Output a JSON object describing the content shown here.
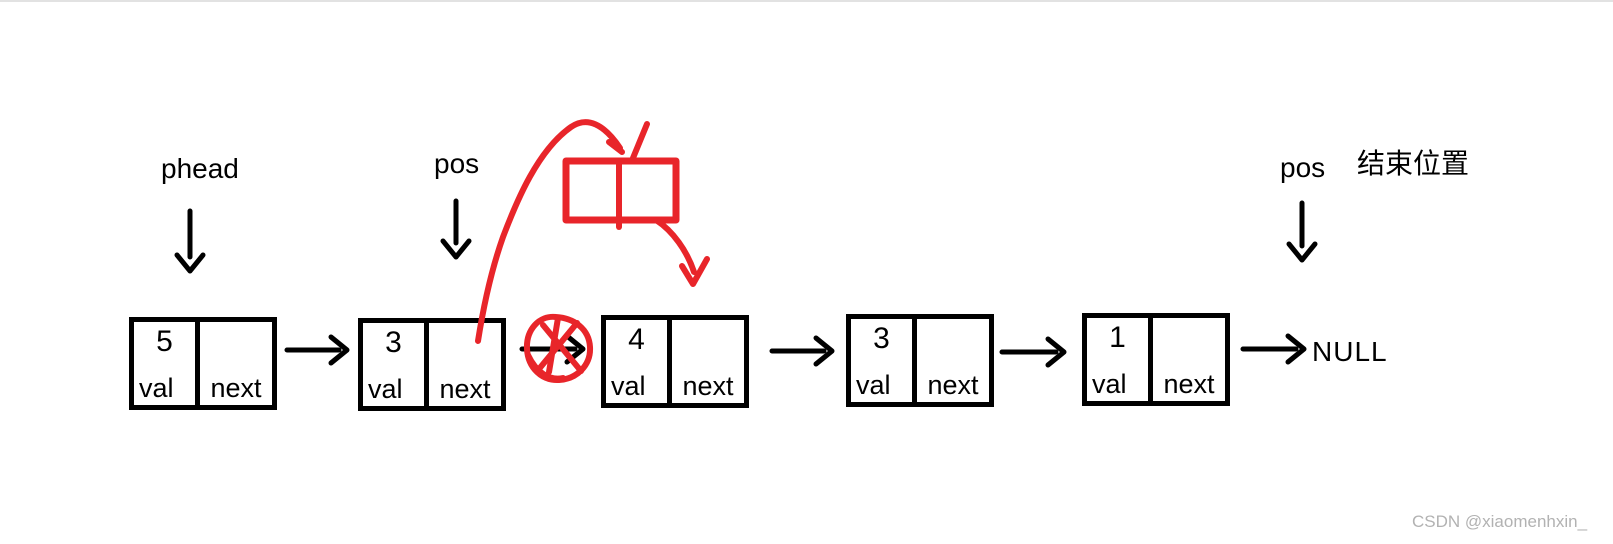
{
  "page": {
    "background": "#ffffff",
    "top_border_color": "#e2e2e2"
  },
  "colors": {
    "ink": "#000000",
    "annotation_red": "#e8252a",
    "watermark_gray": "#b2b2b2"
  },
  "diagram": {
    "pointers": {
      "phead": "phead",
      "pos_left": "pos",
      "pos_right": "pos"
    },
    "end_position_label": "结束位置",
    "null_label": "NULL",
    "nodes": [
      {
        "val": "5",
        "val_label": "val",
        "next_label": "next"
      },
      {
        "val": "3",
        "val_label": "val",
        "next_label": "next"
      },
      {
        "val": "4",
        "val_label": "val",
        "next_label": "next"
      },
      {
        "val": "3",
        "val_label": "val",
        "next_label": "next"
      },
      {
        "val": "1",
        "val_label": "val",
        "next_label": "next"
      }
    ],
    "red_annotation": {
      "new_node_cells": 2,
      "elements": [
        "insert-curve-from-pos-next",
        "new-node-box",
        "curve-from-new-node-to-node-4",
        "x-scribble-over-old-link"
      ]
    }
  },
  "watermark": "CSDN @xiaomenhxin_"
}
